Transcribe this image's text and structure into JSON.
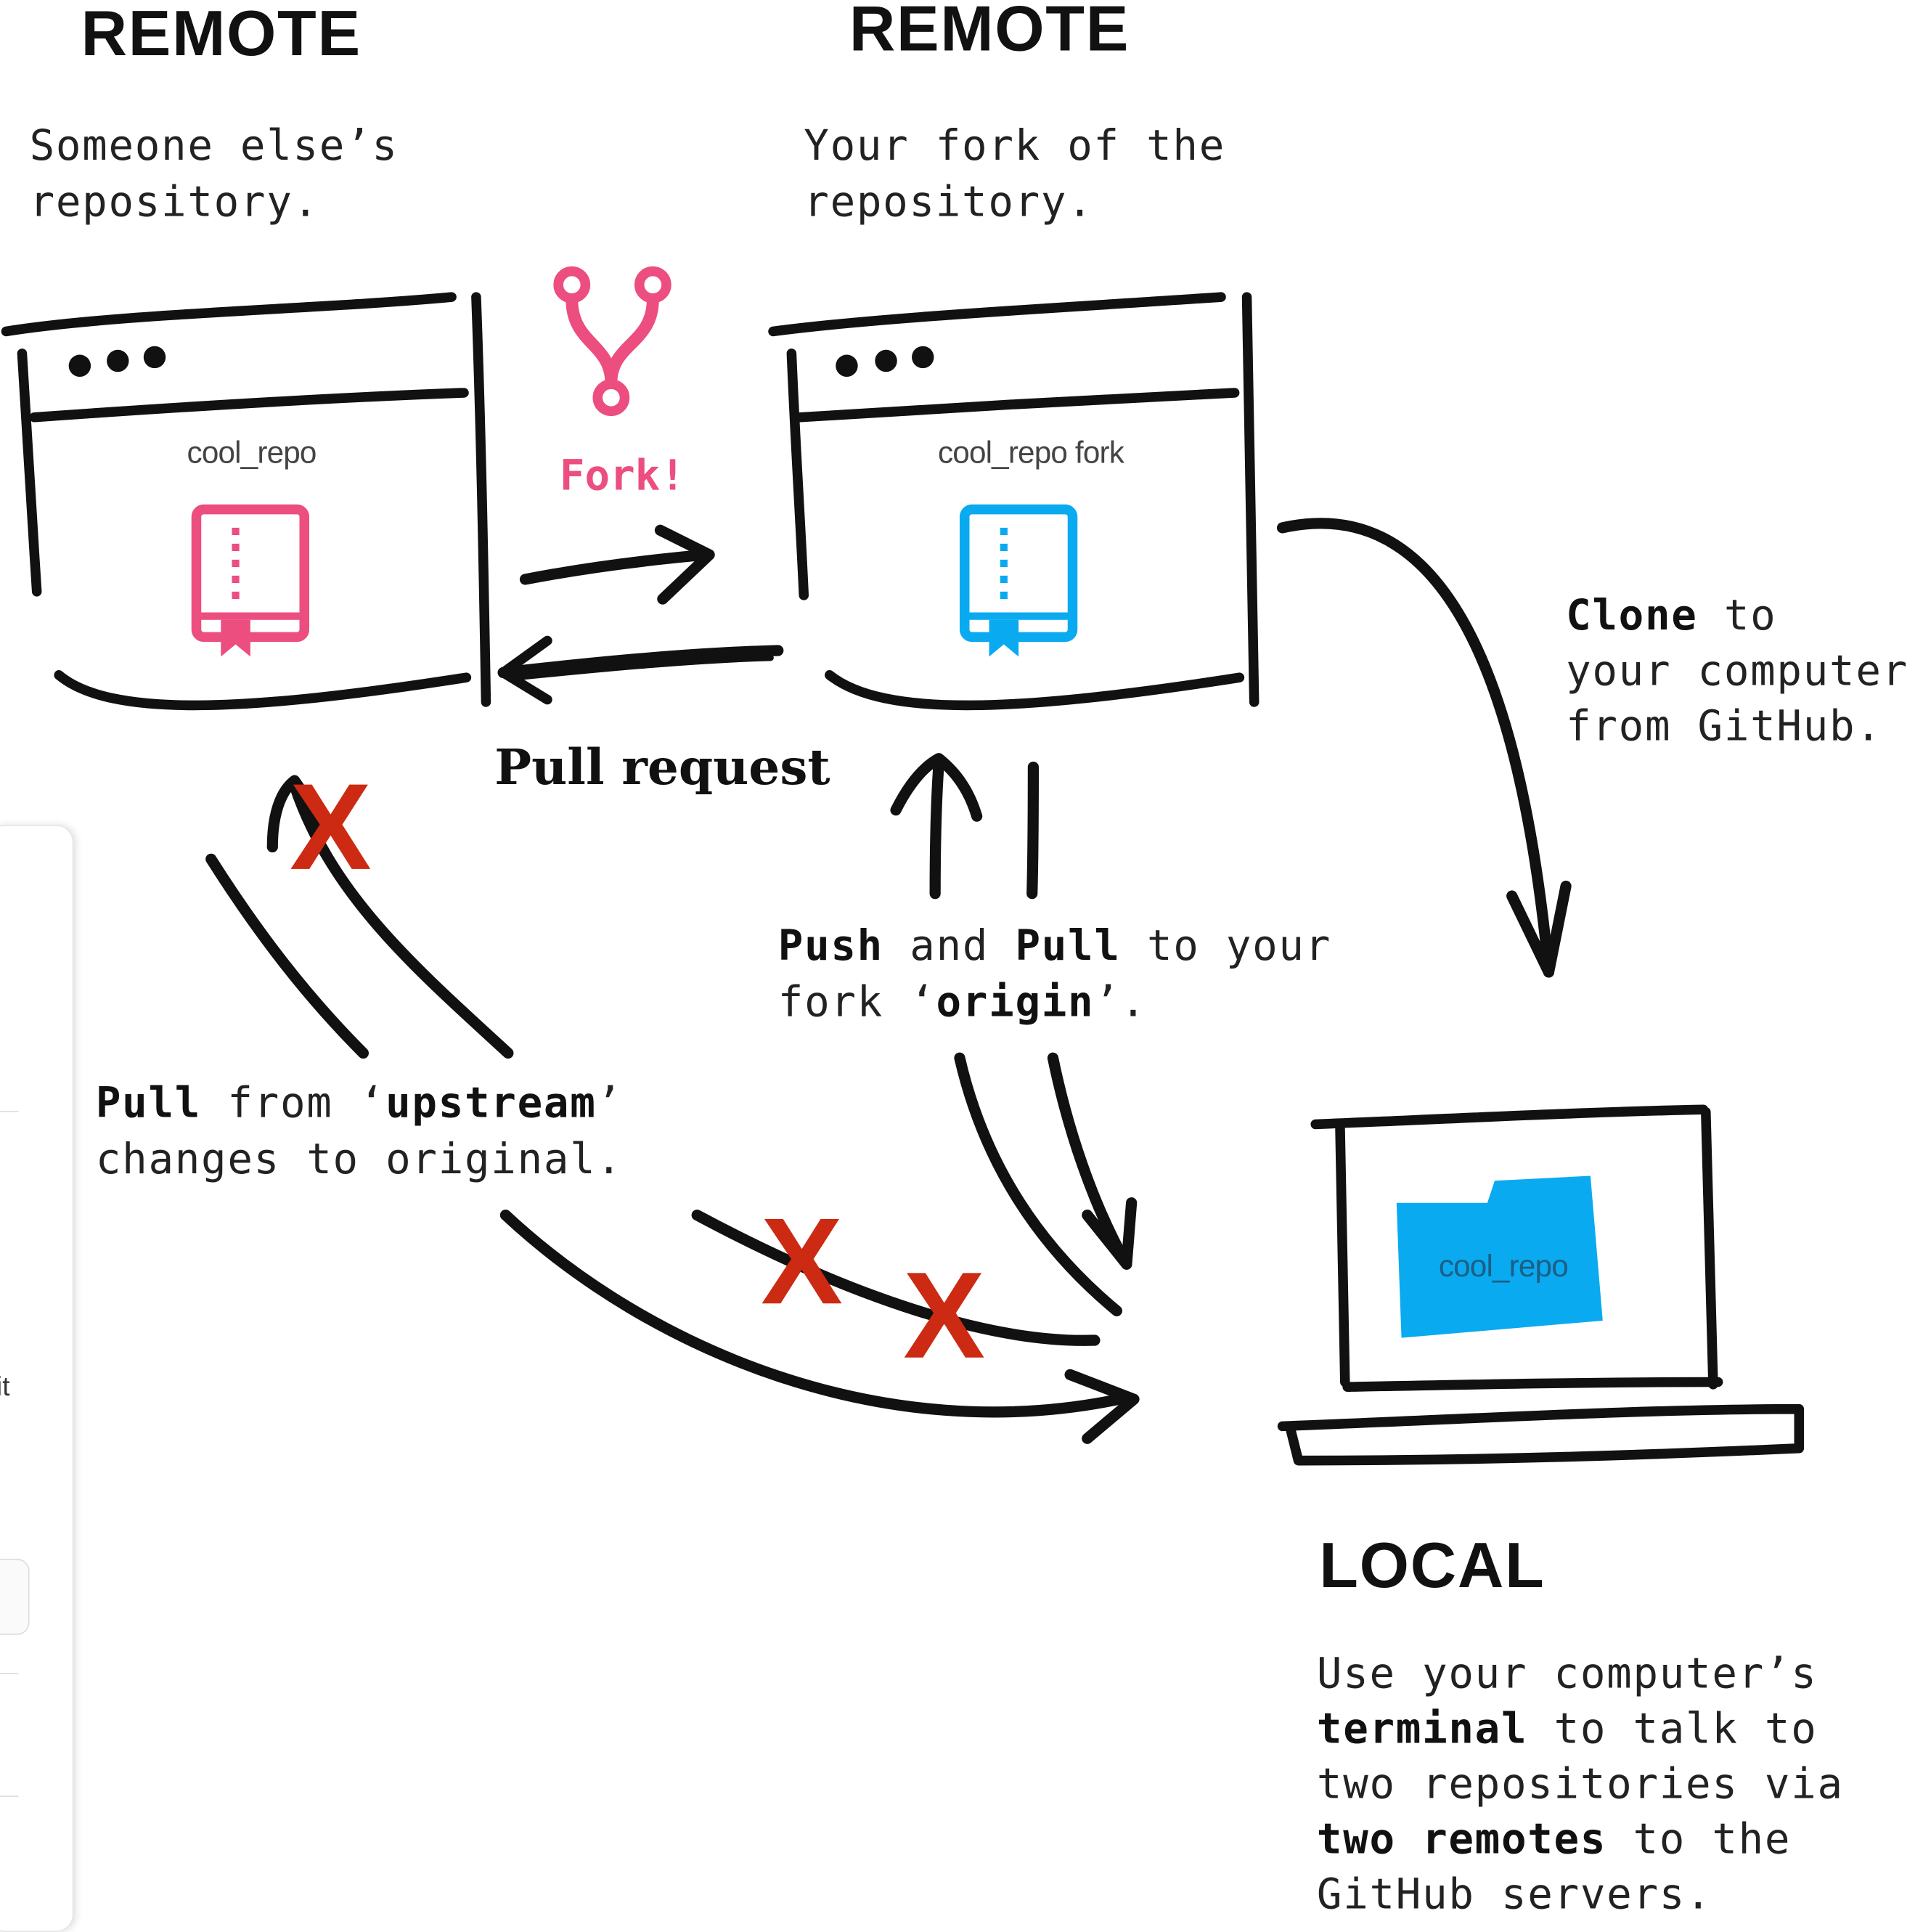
{
  "headings": {
    "remote_left": "REMOTE",
    "remote_right": "REMOTE",
    "local": "LOCAL"
  },
  "descriptions": {
    "upstream_line1": "Someone else’s",
    "upstream_line2": "repository.",
    "fork_line1": "Your fork of the",
    "fork_line2": "repository."
  },
  "repos": {
    "upstream_name": "cool_repo",
    "fork_name": "cool_repo fork",
    "local_folder": "cool_repo"
  },
  "fork_label": "Fork!",
  "pull_request_label": "Pull request",
  "clone": {
    "bold": "Clone",
    "rest1": " to",
    "line2": "your computer",
    "line3": "from GitHub."
  },
  "push_pull": {
    "push": "Push",
    "and": " and ",
    "pull": "Pull",
    "rest": " to your",
    "line2_pre": "fork ‘",
    "origin": "origin",
    "line2_post": "’."
  },
  "upstream_pull": {
    "pull": "Pull",
    "mid": " from ‘",
    "upstream": "upstream",
    "end": "’",
    "line2": "changes to original."
  },
  "local_desc": {
    "l1": "Use your computer’s",
    "l2_bold": "terminal",
    "l2_rest": " to talk to",
    "l3": "two repositories via",
    "l4_bold": "two remotes",
    "l4_rest": " to the",
    "l5": "GitHub servers."
  },
  "x_marks": [
    "X",
    "X",
    "X"
  ],
  "side_panel_text": "it",
  "colors": {
    "pink": "#ec4e7f",
    "blue": "#0aaaf0",
    "red_x": "#cc2a12",
    "ink": "#111111"
  },
  "icons": [
    "fork-icon",
    "book-icon",
    "folder-icon",
    "laptop-icon",
    "browser-window-icon"
  ]
}
